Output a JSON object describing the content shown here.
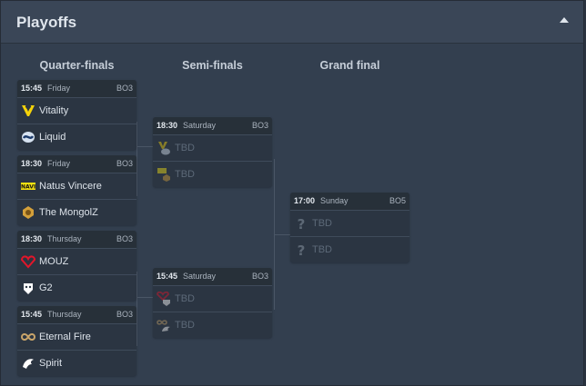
{
  "header": {
    "title": "Playoffs"
  },
  "columns": {
    "qf": "Quarter-finals",
    "sf": "Semi-finals",
    "gf": "Grand final"
  },
  "qf": [
    {
      "time": "15:45",
      "day": "Friday",
      "bo": "BO3",
      "team1": "Vitality",
      "team2": "Liquid"
    },
    {
      "time": "18:30",
      "day": "Friday",
      "bo": "BO3",
      "team1": "Natus Vincere",
      "team2": "The MongolZ"
    },
    {
      "time": "18:30",
      "day": "Thursday",
      "bo": "BO3",
      "team1": "MOUZ",
      "team2": "G2"
    },
    {
      "time": "15:45",
      "day": "Thursday",
      "bo": "BO3",
      "team1": "Eternal Fire",
      "team2": "Spirit"
    }
  ],
  "sf": [
    {
      "time": "18:30",
      "day": "Saturday",
      "bo": "BO3",
      "team1": "TBD",
      "team2": "TBD"
    },
    {
      "time": "15:45",
      "day": "Saturday",
      "bo": "BO3",
      "team1": "TBD",
      "team2": "TBD"
    }
  ],
  "gf": {
    "time": "17:00",
    "day": "Sunday",
    "bo": "BO5",
    "team1": "TBD",
    "team2": "TBD"
  },
  "colors": {
    "vitality": "#f5d30a",
    "liquid": "#1b3a6b",
    "navi": "#f5e212",
    "mongolz": "#d4a03a",
    "mouz": "#e2162a",
    "g2": "#ffffff",
    "eternal_fire": "#c8a46a",
    "spirit": "#ffffff"
  }
}
